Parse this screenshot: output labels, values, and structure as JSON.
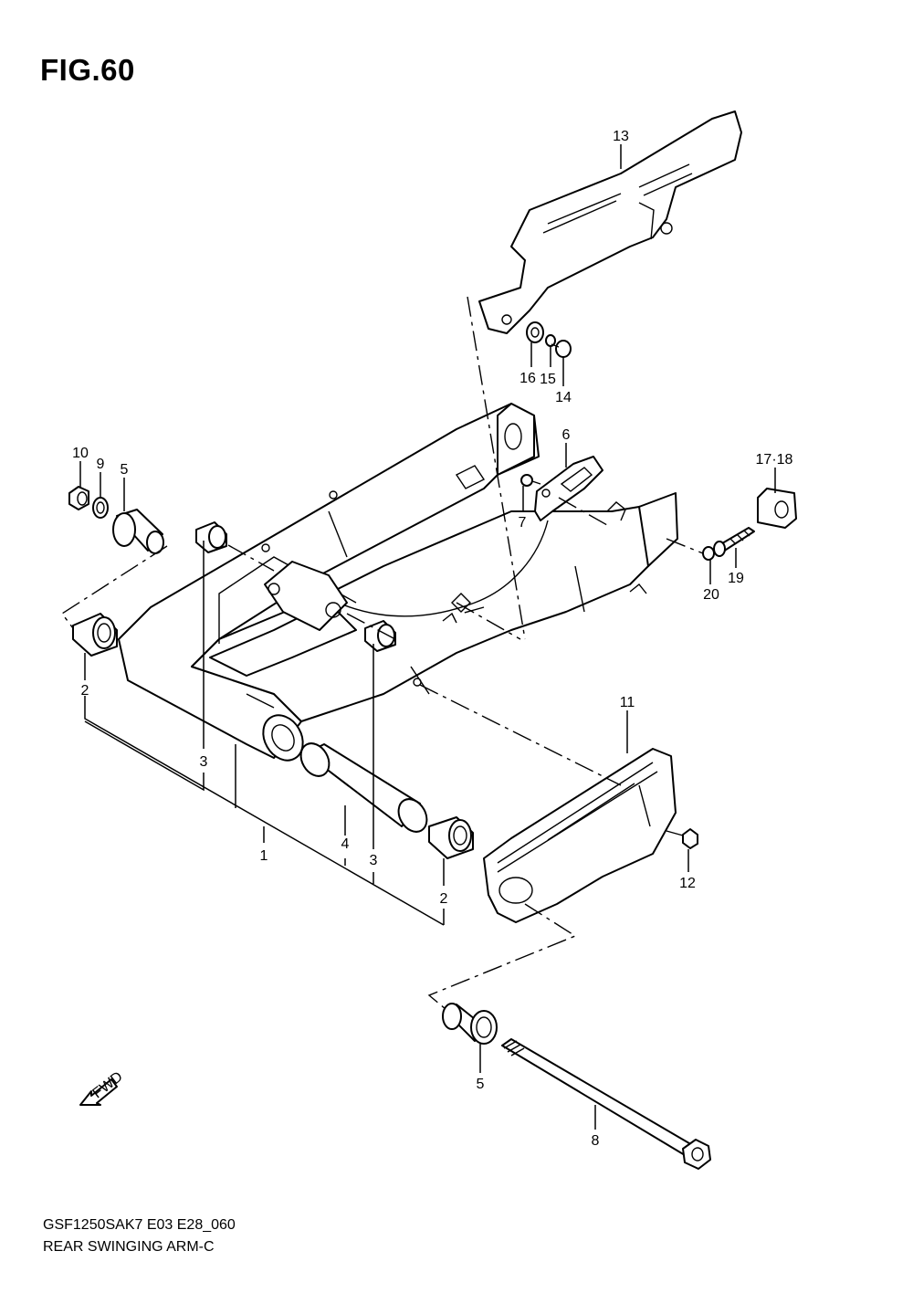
{
  "figure": {
    "title": "FIG.60",
    "code": "GSF1250SAK7 E03 E28_060",
    "caption": "REAR SWINGING ARM-C",
    "fwd_label": "FWD"
  },
  "callouts": {
    "c1": "1",
    "c2a": "2",
    "c2b": "2",
    "c3a": "3",
    "c3b": "3",
    "c4": "4",
    "c5a": "5",
    "c5b": "5",
    "c6": "6",
    "c7": "7",
    "c8": "8",
    "c9": "9",
    "c10": "10",
    "c11": "11",
    "c12": "12",
    "c13": "13",
    "c14": "14",
    "c15": "15",
    "c16": "16",
    "c1718": "17·18",
    "c19": "19",
    "c20": "20"
  }
}
